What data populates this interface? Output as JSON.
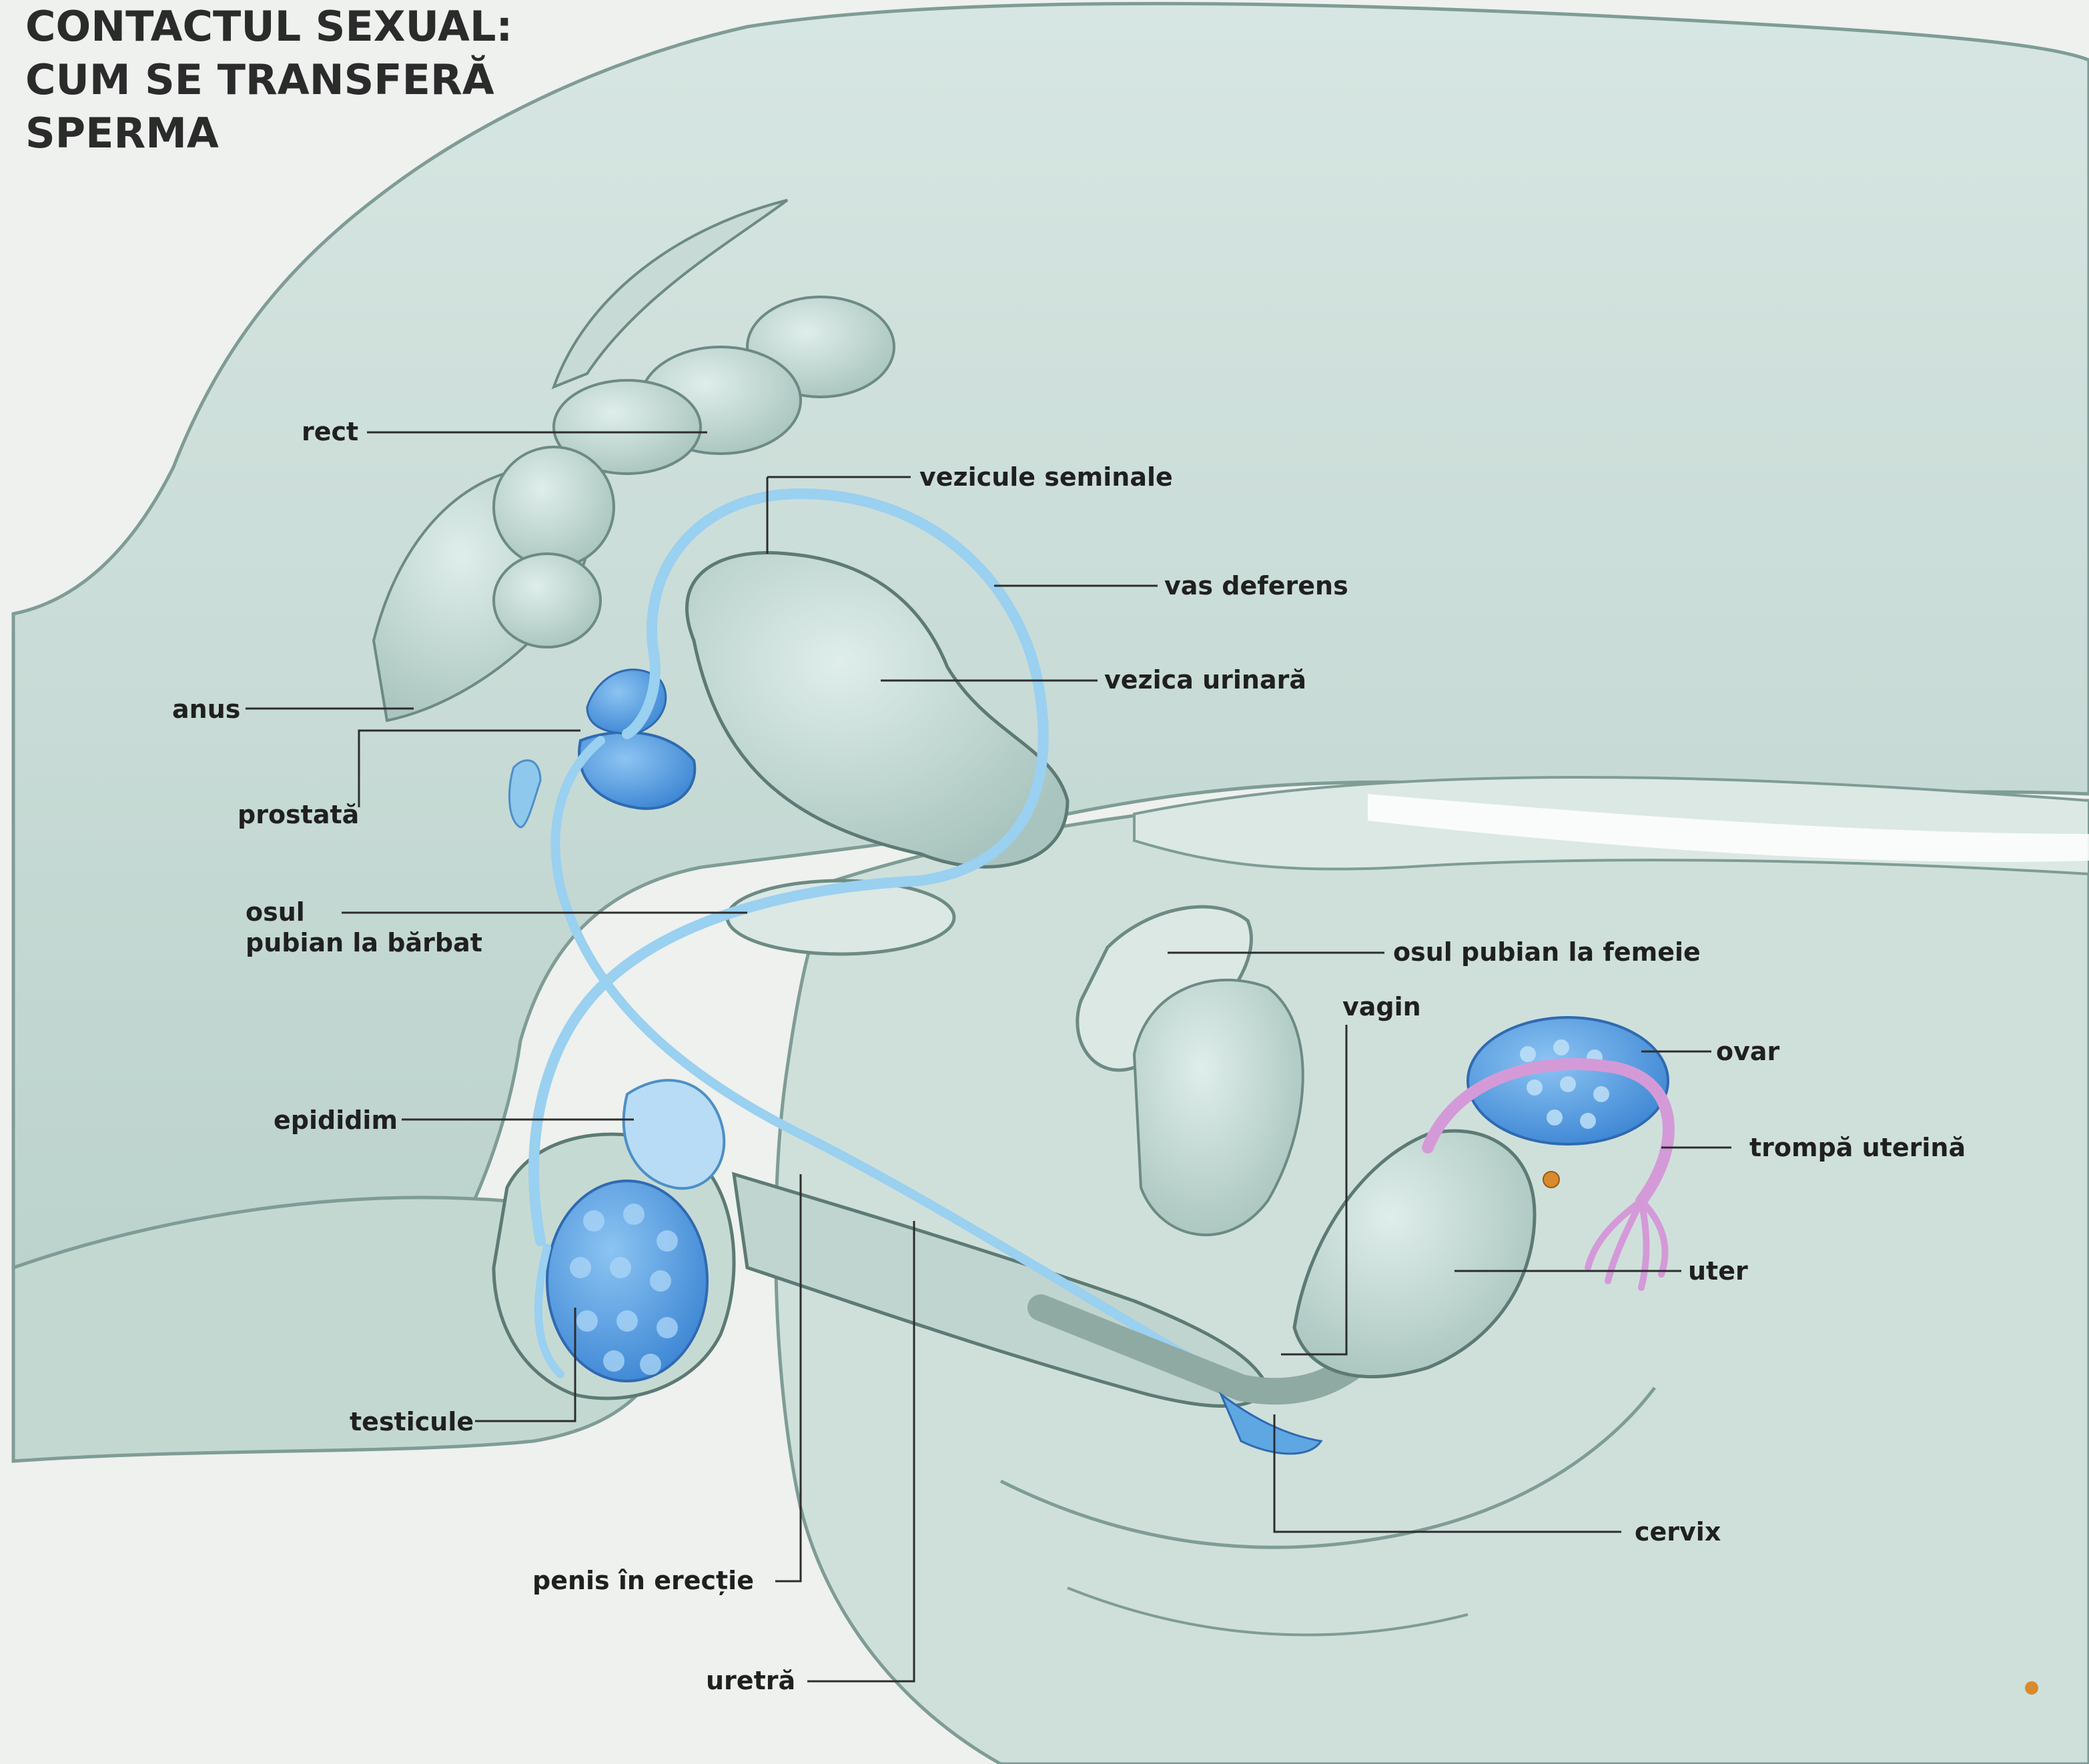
{
  "title_lines": [
    "CONTACTUL SEXUAL:",
    "CUM SE TRANSFERĂ",
    "SPERMA"
  ],
  "labels": {
    "rect": "rect",
    "vezicule_seminale": "vezicule seminale",
    "vas_deferens": "vas deferens",
    "vezica_urinara": "vezica urinară",
    "anus": "anus",
    "prostata": "prostată",
    "osul_pubian_barbat_1": "osul",
    "osul_pubian_barbat_2": "pubian la bărbat",
    "osul_pubian_femeie": "osul pubian la femeie",
    "vagin": "vagin",
    "ovar": "ovar",
    "epididim": "epididim",
    "trompa_uterina": "trompă uterină",
    "uter": "uter",
    "testicule": "testicule",
    "cervix": "cervix",
    "penis_erectie": "penis în erecție",
    "uretra": "uretră"
  },
  "colors": {
    "body": "#c9dcd6",
    "body_shadow": "#9fb8b2",
    "outline": "#5d7a74",
    "duct": "#8ec8ec",
    "organ_blue": "#4f9ee0",
    "tube_pink": "#d49ad8",
    "egg": "#d98a2c",
    "text": "#202020"
  }
}
